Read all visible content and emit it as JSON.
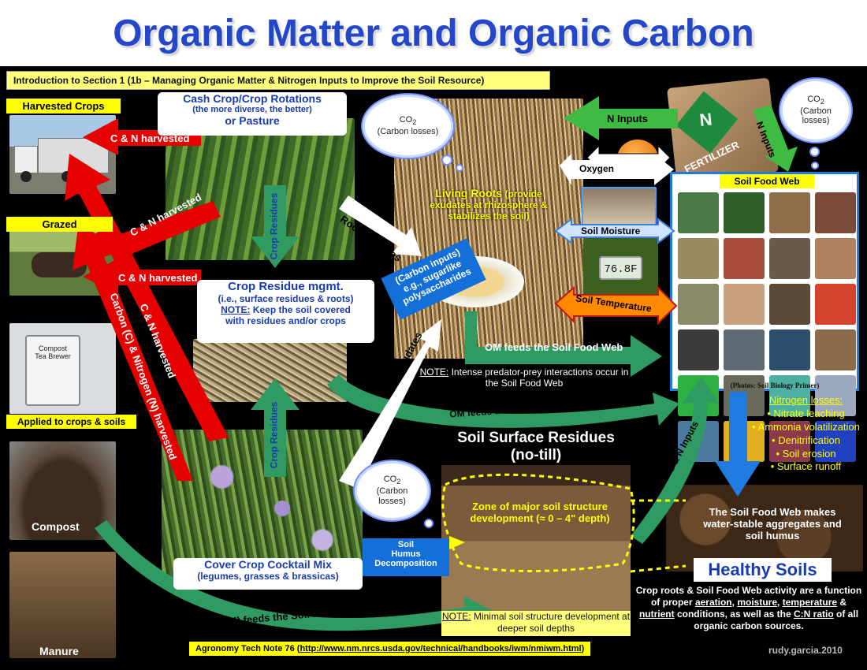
{
  "title": "Organic Matter and Organic Carbon",
  "intro": "Introduction to Section 1 (1b – Managing Organic Matter & Nitrogen Inputs to Improve the Soil Resource)",
  "left_labels": {
    "harvested_crops": "Harvested Crops",
    "grazed": "Grazed",
    "applied": "Applied to crops & soils",
    "compost": "Compost",
    "manure": "Manure",
    "compost_brewer_line1": "Compost",
    "compost_brewer_line2": "Tea Brewer"
  },
  "arrows": {
    "cn_harvested_1": "C & N harvested",
    "cn_harvested_2": "C & N harvested",
    "cn_harvested_3": "C & N harvested",
    "cn_harvested_vertical": "C & N harvested",
    "carbon_nitrogen_harvested": "Carbon (C) & Nitrogen (N) harvested",
    "crop_residues_1": "Crop Residues",
    "crop_residues_2": "Crop Residues",
    "root_exudates_1": "Root Exudates",
    "root_exudates_2": "Root Exudates",
    "n_inputs_1": "N Inputs",
    "n_inputs_2": "N Inputs",
    "oxygen": "Oxygen",
    "soil_moisture": "Soil Moisture",
    "soil_temperature": "Soil Temperature",
    "om_feeds_sfw": "OM feeds the Soil Food Web",
    "om_feeds_sfw_cn": "OM feeds the Soil Food Web (C & N inputs)",
    "organic_matter_feeds": "Organic Matter (OM) feeds the Soil Food Web",
    "cn_inputs": "C & N Inputs"
  },
  "cash_crop": {
    "line1": "Cash Crop/Crop Rotations",
    "line2": "(the more diverse, the better)",
    "line3": "or Pasture"
  },
  "crop_residue_mgmt": {
    "title": "Crop Residue mgmt.",
    "line2": "(i.e., surface residues & roots)",
    "note_label": "NOTE:",
    "note_text": " Keep the soil covered",
    "line4": "with residues and/or  crops"
  },
  "living_roots": {
    "title": "Living Roots",
    "text": " (provide exudates at rhizosphere & stabilizes the soil)"
  },
  "carbon_inputs": {
    "line1": "(Carbon inputs)",
    "line2": "e.g., sugarlike",
    "line3": "polysaccharides"
  },
  "clouds": {
    "co2": "CO",
    "sub2": "2",
    "carbon_losses_paren": "(Carbon losses)",
    "carbon_line1": "(Carbon",
    "losses_line2": "losses)"
  },
  "fertilizer": "FERTILIZER",
  "fertilizer_n": "N",
  "thermometer": "76.8F",
  "soil_food_web": {
    "title": "Soil Food Web",
    "credit": "(Photos: Soil Biology Primer)"
  },
  "predator_note": {
    "label": "NOTE:",
    "text": " Intense predator-prey interactions occur in the Soil Food Web"
  },
  "nitrogen_losses": {
    "title": "Nitrogen losses:",
    "items": [
      "• Nitrate leaching",
      "• Ammonia volatilization",
      "• Denitrification",
      "• Soil erosion",
      "• Surface runoff"
    ]
  },
  "soil_surface": {
    "line1": "Soil Surface Residues",
    "line2": "(no-till)"
  },
  "zone": "Zone of major soil structure development (≈ 0 – 4\" depth)",
  "humus": {
    "line1": "Soil",
    "line2": "Humus",
    "line3": "Decomposition"
  },
  "cover_crop": {
    "line1": "Cover Crop Cocktail Mix",
    "line2": "(legumes, grasses & brassicas)"
  },
  "sfw_aggregates": "The Soil Food Web makes water-stable aggregates and soil humus",
  "healthy_soils": "Healthy Soils",
  "healthy_desc": {
    "p1": "Crop roots & Soil Food Web activity are a function of proper ",
    "aeration": "aeration",
    "comma1": ", ",
    "moisture": "moisture",
    "comma2": ",",
    "temperature": "temperature",
    "amp": " & ",
    "nutrient": "nutrient",
    "p2": " conditions, as well as the ",
    "cn": "C:N ratio",
    "p3": " of all organic carbon sources."
  },
  "minimal_note": {
    "label": "NOTE:",
    "text": " Minimal soil structure development at deeper soil depths"
  },
  "footer": {
    "prefix": "Agronomy Tech Note 76 (",
    "url": "http://www.nm.nrcs.usda.gov/technical/handbooks/iwm/nmiwm.html",
    "suffix": ")"
  },
  "signature": "rudy.garcia.2010",
  "colors": {
    "title": "#2446c8",
    "red_arrow": "#e60000",
    "green_arrow": "#2f9a62",
    "blue_label": "#1470d8",
    "yellow_label": "#ffff00"
  }
}
